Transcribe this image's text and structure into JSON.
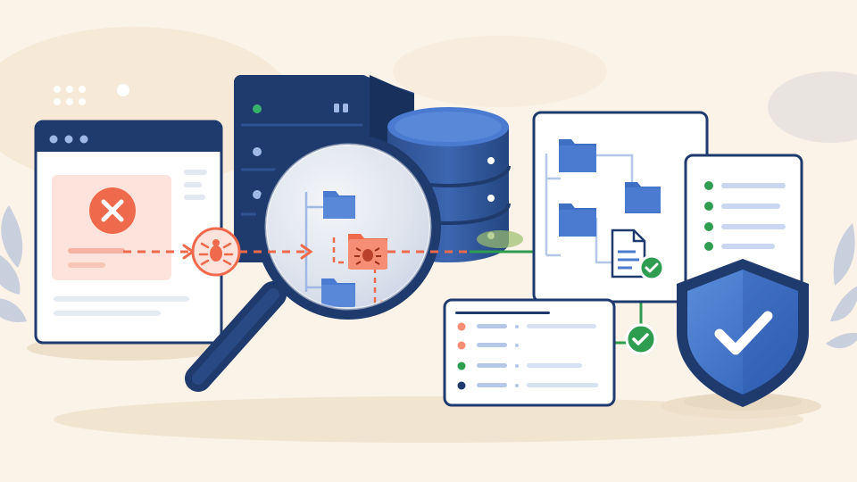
{
  "colors": {
    "background": "#fbf3e8",
    "navy": "#1f3a6d",
    "navy_dark": "#17305c",
    "blue": "#4a7bd0",
    "blue_light": "#9fb8e6",
    "error": "#ef6a4c",
    "error_light": "#fde3dc",
    "success": "#2e9d4f",
    "white": "#ffffff"
  },
  "icons": {
    "error_x": "close-circle-icon",
    "bug": "bug-icon",
    "folder": "folder-icon",
    "document": "document-icon",
    "check": "check-circle-icon",
    "shield": "shield-check-icon",
    "magnifier": "magnifying-glass-icon",
    "server": "server-rack-icon",
    "database": "database-icon"
  },
  "log_entries": [
    {
      "status": "error"
    },
    {
      "status": "error"
    },
    {
      "status": "success"
    },
    {
      "status": "info"
    }
  ],
  "checklist_items": [
    {
      "status": "success"
    },
    {
      "status": "success"
    },
    {
      "status": "success"
    },
    {
      "status": "success"
    }
  ]
}
